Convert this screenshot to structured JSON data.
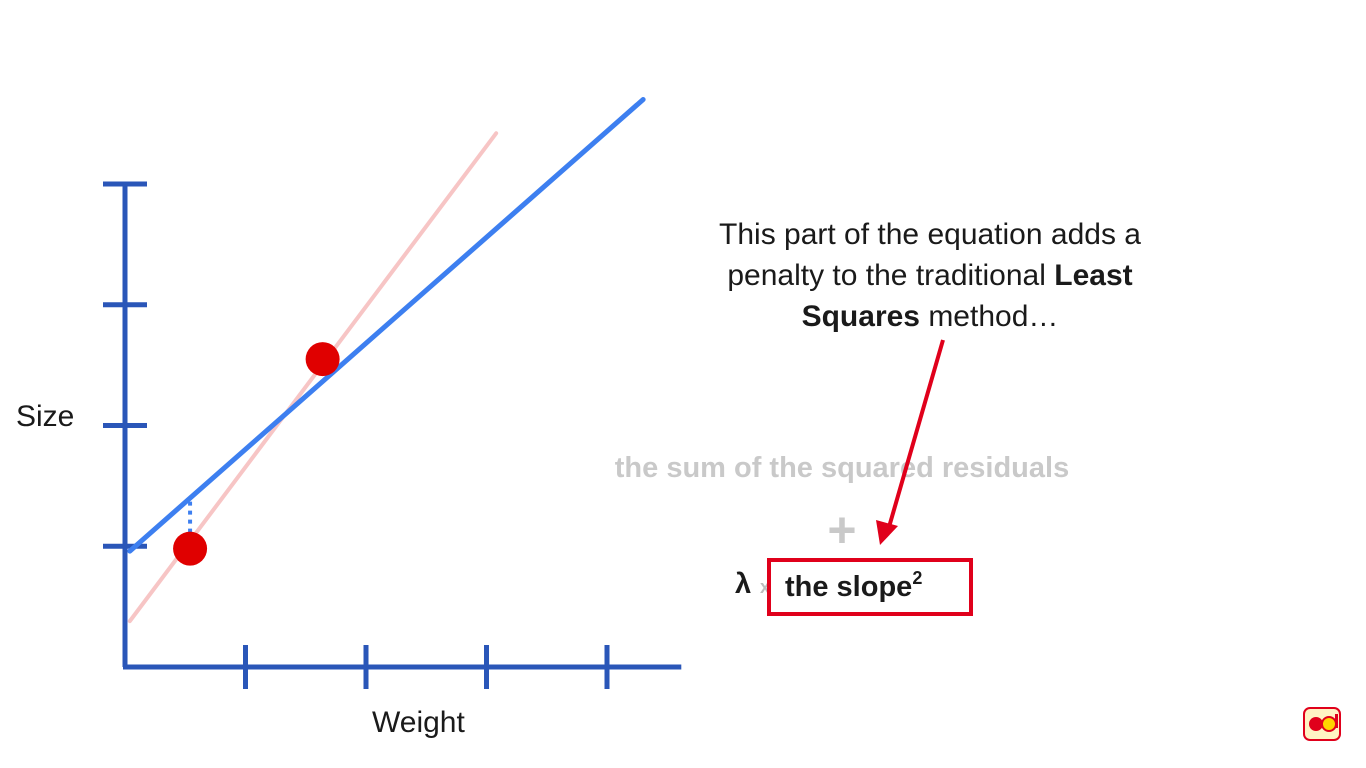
{
  "plot": {
    "ylabel": "Size",
    "xlabel": "Weight",
    "points": [
      {
        "x": 0.54,
        "y": 0.98
      },
      {
        "x": 1.64,
        "y": 2.55
      }
    ],
    "lines": [
      {
        "name": "",
        "color": "#f7c5c5",
        "from": [
          0.04,
          0.38
        ],
        "to": [
          3.08,
          4.42
        ]
      },
      {
        "name": "",
        "color": "#3d7ff0",
        "from": [
          0.04,
          0.96
        ],
        "to": [
          4.3,
          4.7
        ]
      }
    ],
    "xlim": [
      0,
      4.6
    ],
    "ylim": [
      0,
      4
    ],
    "xticks": [
      1,
      2,
      3,
      4
    ],
    "yticks": [
      1,
      2,
      3,
      4
    ],
    "axis_color": "#2a56b8",
    "point_color": "#e00000",
    "residual_color": "#3d7ff0"
  },
  "note": {
    "line1": "This part of the equation adds a",
    "line2a": "penalty to the traditional ",
    "line2b": "Least",
    "line3a": "Squares",
    "line3b": " method…"
  },
  "equation": {
    "term1": "the sum of the squared residuals",
    "plus": "+",
    "lambda": "λ",
    "times": "x",
    "slope": "the slope",
    "slope_power": "2"
  },
  "colors": {
    "highlight": "#e0001b",
    "faded_text": "#c9c9c9"
  },
  "logo": {
    "icon": "statquest-logo-icon"
  }
}
